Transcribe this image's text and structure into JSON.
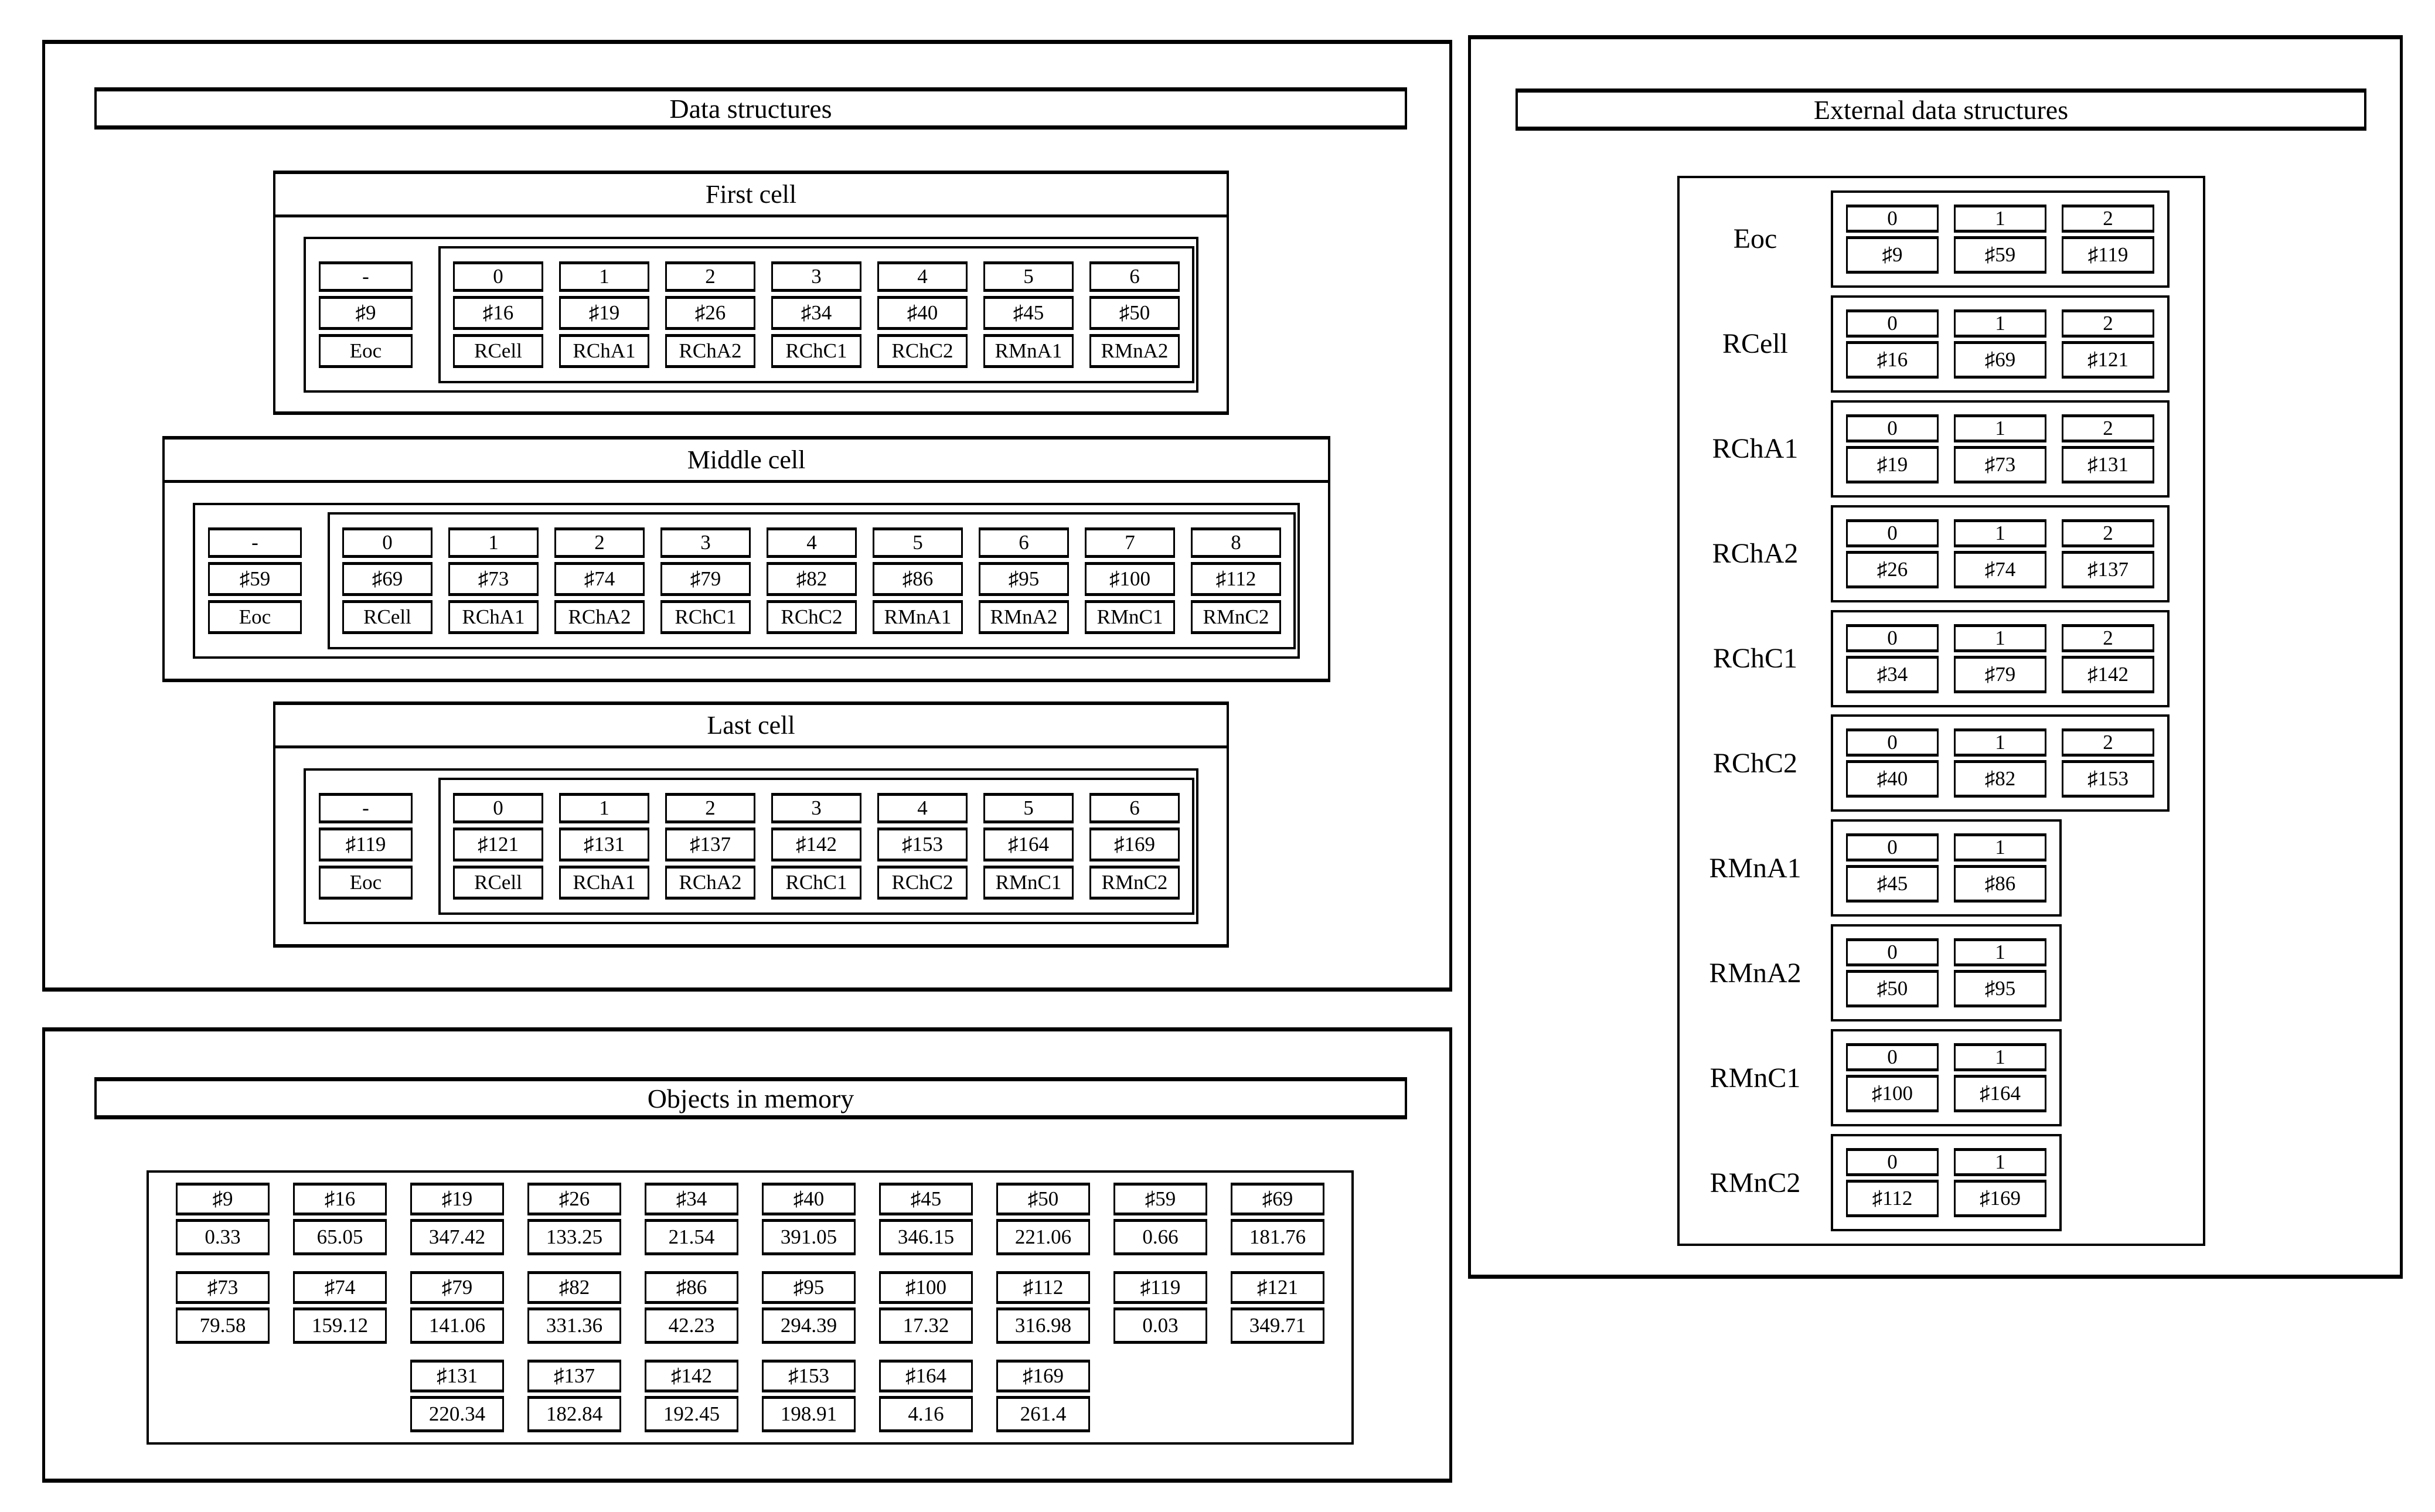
{
  "data_structures": {
    "title": "Data structures",
    "cells": [
      {
        "title": "First cell",
        "header": {
          "index": "-",
          "id": "♯9",
          "type": "Eoc"
        },
        "slots": [
          {
            "index": "0",
            "id": "♯16",
            "type": "RCell"
          },
          {
            "index": "1",
            "id": "♯19",
            "type": "RChA1"
          },
          {
            "index": "2",
            "id": "♯26",
            "type": "RChA2"
          },
          {
            "index": "3",
            "id": "♯34",
            "type": "RChC1"
          },
          {
            "index": "4",
            "id": "♯40",
            "type": "RChC2"
          },
          {
            "index": "5",
            "id": "♯45",
            "type": "RMnA1"
          },
          {
            "index": "6",
            "id": "♯50",
            "type": "RMnA2"
          }
        ]
      },
      {
        "title": "Middle cell",
        "header": {
          "index": "-",
          "id": "♯59",
          "type": "Eoc"
        },
        "slots": [
          {
            "index": "0",
            "id": "♯69",
            "type": "RCell"
          },
          {
            "index": "1",
            "id": "♯73",
            "type": "RChA1"
          },
          {
            "index": "2",
            "id": "♯74",
            "type": "RChA2"
          },
          {
            "index": "3",
            "id": "♯79",
            "type": "RChC1"
          },
          {
            "index": "4",
            "id": "♯82",
            "type": "RChC2"
          },
          {
            "index": "5",
            "id": "♯86",
            "type": "RMnA1"
          },
          {
            "index": "6",
            "id": "♯95",
            "type": "RMnA2"
          },
          {
            "index": "7",
            "id": "♯100",
            "type": "RMnC1"
          },
          {
            "index": "8",
            "id": "♯112",
            "type": "RMnC2"
          }
        ]
      },
      {
        "title": "Last cell",
        "header": {
          "index": "-",
          "id": "♯119",
          "type": "Eoc"
        },
        "slots": [
          {
            "index": "0",
            "id": "♯121",
            "type": "RCell"
          },
          {
            "index": "1",
            "id": "♯131",
            "type": "RChA1"
          },
          {
            "index": "2",
            "id": "♯137",
            "type": "RChA2"
          },
          {
            "index": "3",
            "id": "♯142",
            "type": "RChC1"
          },
          {
            "index": "4",
            "id": "♯153",
            "type": "RChC2"
          },
          {
            "index": "5",
            "id": "♯164",
            "type": "RMnC1"
          },
          {
            "index": "6",
            "id": "♯169",
            "type": "RMnC2"
          }
        ]
      }
    ]
  },
  "objects_in_memory": {
    "title": "Objects in memory",
    "rows": [
      [
        {
          "id": "♯9",
          "value": "0.33"
        },
        {
          "id": "♯16",
          "value": "65.05"
        },
        {
          "id": "♯19",
          "value": "347.42"
        },
        {
          "id": "♯26",
          "value": "133.25"
        },
        {
          "id": "♯34",
          "value": "21.54"
        },
        {
          "id": "♯40",
          "value": "391.05"
        },
        {
          "id": "♯45",
          "value": "346.15"
        },
        {
          "id": "♯50",
          "value": "221.06"
        },
        {
          "id": "♯59",
          "value": "0.66"
        },
        {
          "id": "♯69",
          "value": "181.76"
        }
      ],
      [
        {
          "id": "♯73",
          "value": "79.58"
        },
        {
          "id": "♯74",
          "value": "159.12"
        },
        {
          "id": "♯79",
          "value": "141.06"
        },
        {
          "id": "♯82",
          "value": "331.36"
        },
        {
          "id": "♯86",
          "value": "42.23"
        },
        {
          "id": "♯95",
          "value": "294.39"
        },
        {
          "id": "♯100",
          "value": "17.32"
        },
        {
          "id": "♯112",
          "value": "316.98"
        },
        {
          "id": "♯119",
          "value": "0.03"
        },
        {
          "id": "♯121",
          "value": "349.71"
        }
      ],
      [
        {
          "id": "♯131",
          "value": "220.34"
        },
        {
          "id": "♯137",
          "value": "182.84"
        },
        {
          "id": "♯142",
          "value": "192.45"
        },
        {
          "id": "♯153",
          "value": "198.91"
        },
        {
          "id": "♯164",
          "value": "4.16"
        },
        {
          "id": "♯169",
          "value": "261.4"
        }
      ]
    ]
  },
  "external_data_structures": {
    "title": "External data structures",
    "rows": [
      {
        "label": "Eoc",
        "slots": [
          {
            "index": "0",
            "id": "♯9"
          },
          {
            "index": "1",
            "id": "♯59"
          },
          {
            "index": "2",
            "id": "♯119"
          }
        ]
      },
      {
        "label": "RCell",
        "slots": [
          {
            "index": "0",
            "id": "♯16"
          },
          {
            "index": "1",
            "id": "♯69"
          },
          {
            "index": "2",
            "id": "♯121"
          }
        ]
      },
      {
        "label": "RChA1",
        "slots": [
          {
            "index": "0",
            "id": "♯19"
          },
          {
            "index": "1",
            "id": "♯73"
          },
          {
            "index": "2",
            "id": "♯131"
          }
        ]
      },
      {
        "label": "RChA2",
        "slots": [
          {
            "index": "0",
            "id": "♯26"
          },
          {
            "index": "1",
            "id": "♯74"
          },
          {
            "index": "2",
            "id": "♯137"
          }
        ]
      },
      {
        "label": "RChC1",
        "slots": [
          {
            "index": "0",
            "id": "♯34"
          },
          {
            "index": "1",
            "id": "♯79"
          },
          {
            "index": "2",
            "id": "♯142"
          }
        ]
      },
      {
        "label": "RChC2",
        "slots": [
          {
            "index": "0",
            "id": "♯40"
          },
          {
            "index": "1",
            "id": "♯82"
          },
          {
            "index": "2",
            "id": "♯153"
          }
        ]
      },
      {
        "label": "RMnA1",
        "slots": [
          {
            "index": "0",
            "id": "♯45"
          },
          {
            "index": "1",
            "id": "♯86"
          }
        ]
      },
      {
        "label": "RMnA2",
        "slots": [
          {
            "index": "0",
            "id": "♯50"
          },
          {
            "index": "1",
            "id": "♯95"
          }
        ]
      },
      {
        "label": "RMnC1",
        "slots": [
          {
            "index": "0",
            "id": "♯100"
          },
          {
            "index": "1",
            "id": "♯164"
          }
        ]
      },
      {
        "label": "RMnC2",
        "slots": [
          {
            "index": "0",
            "id": "♯112"
          },
          {
            "index": "1",
            "id": "♯169"
          }
        ]
      }
    ]
  }
}
